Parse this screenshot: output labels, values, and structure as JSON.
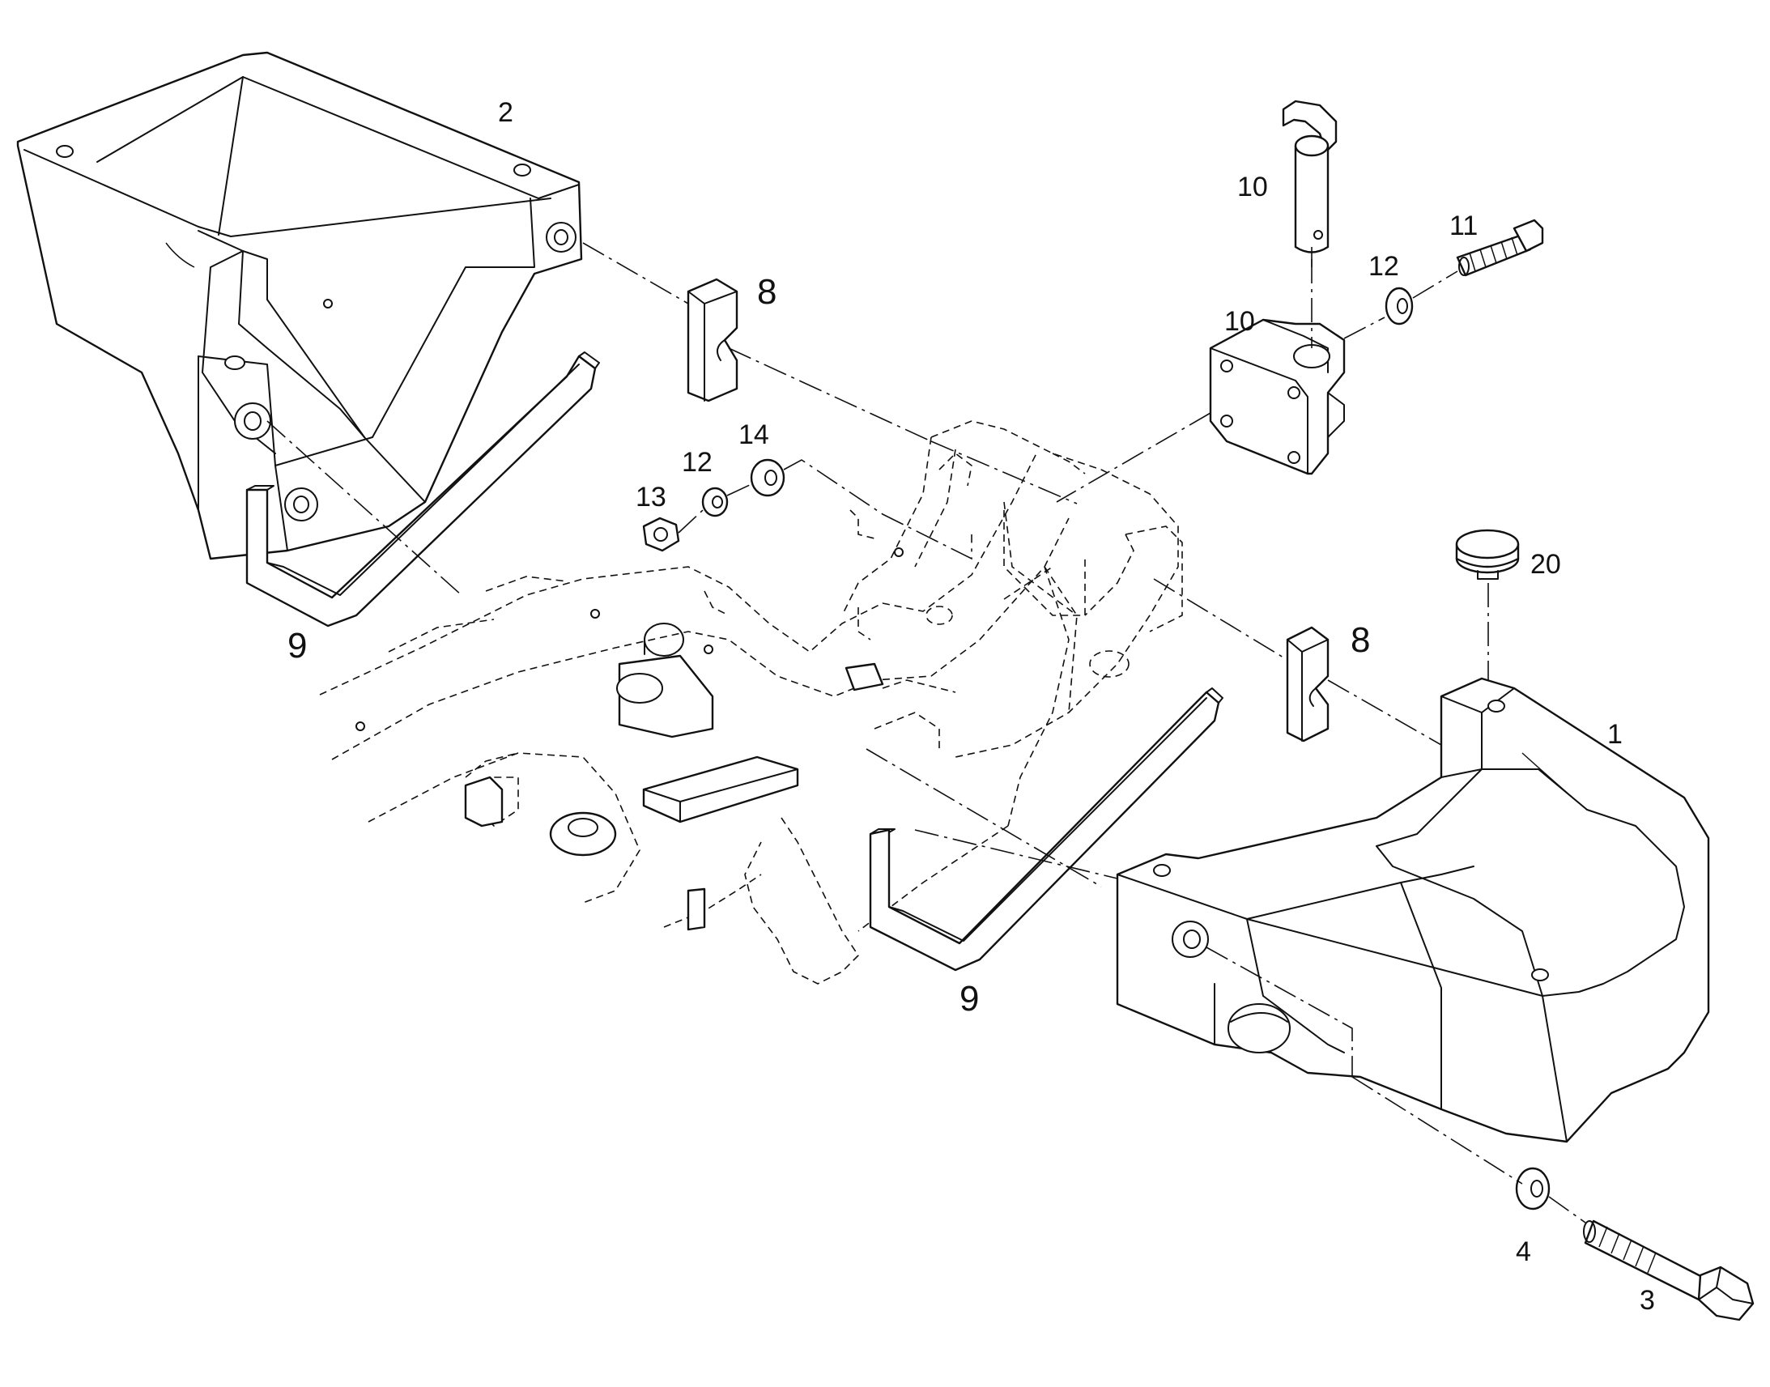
{
  "diagram": {
    "style": "exploded-parts-view",
    "line_color": "#111111",
    "background": "#ffffff",
    "callouts": [
      {
        "id": "c2",
        "label": "2"
      },
      {
        "id": "c10a",
        "label": "10"
      },
      {
        "id": "c11",
        "label": "11"
      },
      {
        "id": "c12a",
        "label": "12"
      },
      {
        "id": "c10b",
        "label": "10"
      },
      {
        "id": "c8a",
        "label": "8"
      },
      {
        "id": "c14",
        "label": "14"
      },
      {
        "id": "c12b",
        "label": "12"
      },
      {
        "id": "c13",
        "label": "13"
      },
      {
        "id": "c20",
        "label": "20"
      },
      {
        "id": "c8b",
        "label": "8"
      },
      {
        "id": "c1",
        "label": "1"
      },
      {
        "id": "c9a",
        "label": "9"
      },
      {
        "id": "c9b",
        "label": "9"
      },
      {
        "id": "c4",
        "label": "4"
      },
      {
        "id": "c3",
        "label": "3"
      }
    ]
  }
}
